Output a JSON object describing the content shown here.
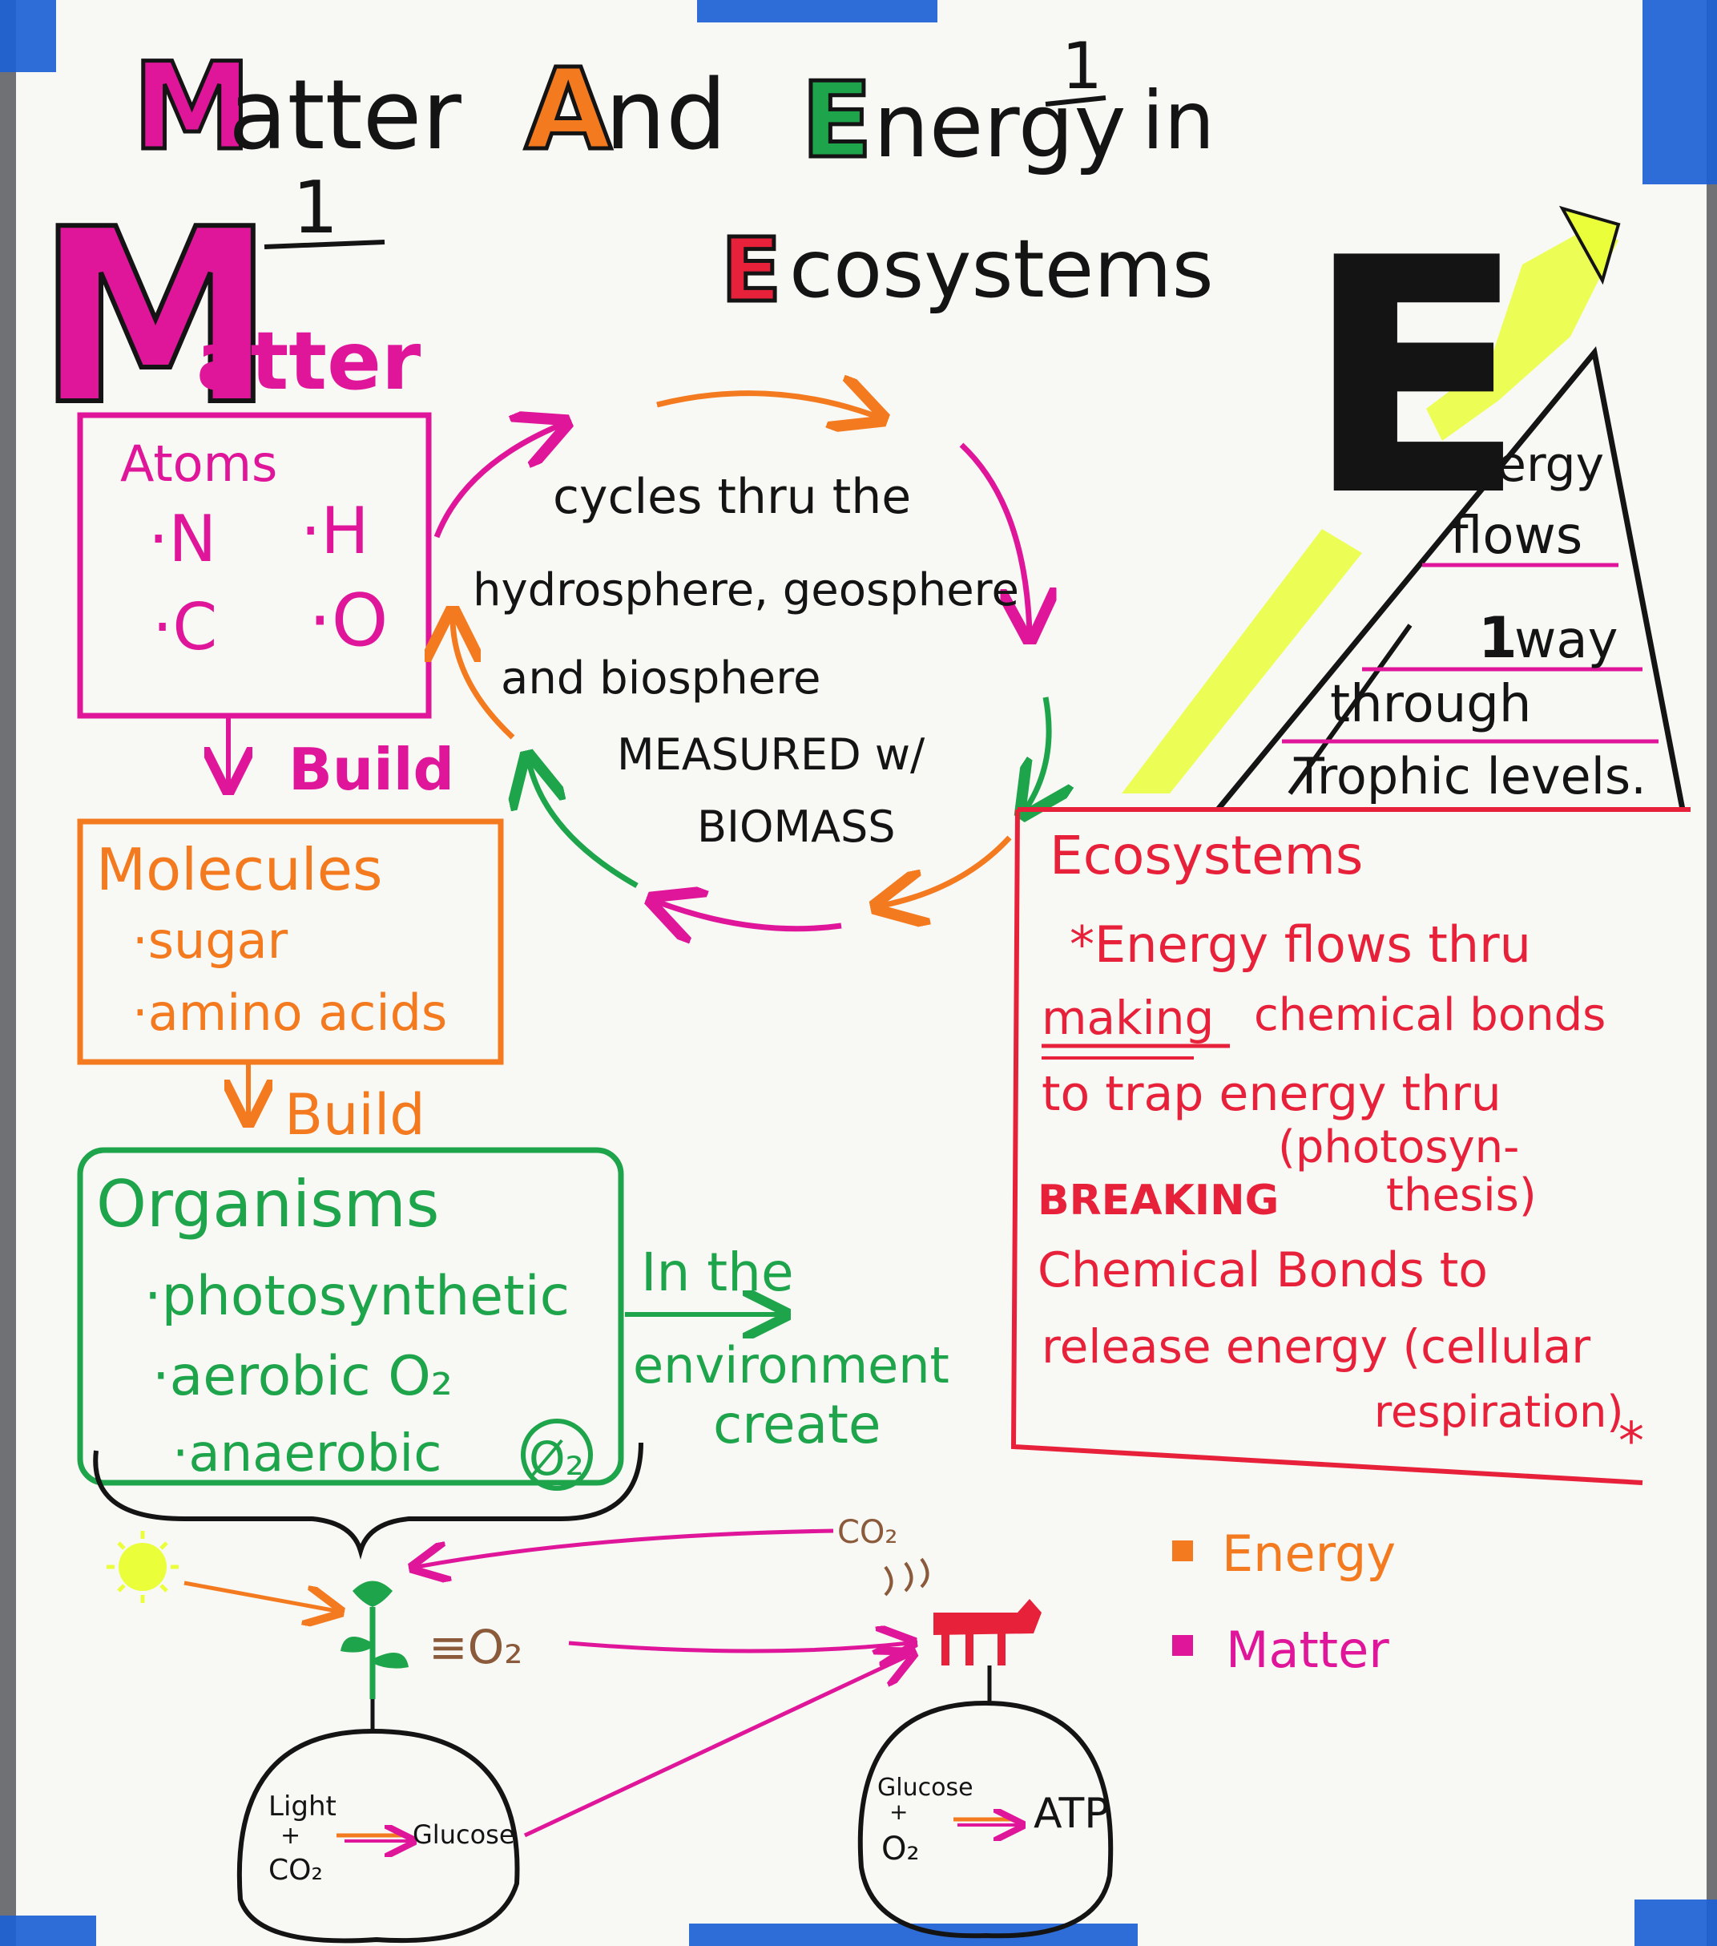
{
  "title": {
    "m": "M",
    "line1_rest": "atter",
    "a": "A",
    "and_rest": "nd",
    "e1": "E",
    "energy_rest": "nergy",
    "in": "in",
    "e2": "E",
    "ecosystems_rest": "cosystems",
    "mark_one_a": "1",
    "mark_one_b": "1",
    "big_m": "M",
    "matter_word": "atter"
  },
  "atoms": {
    "heading": "Atoms",
    "items": [
      "·N",
      "·H",
      "·C",
      "·O"
    ]
  },
  "build1": "Build",
  "molecules": {
    "heading": "Molecules",
    "items": [
      "·sugar",
      "·amino acids"
    ]
  },
  "build2": "Build",
  "organisms": {
    "heading": "Organisms",
    "items": [
      "·photosynthetic",
      "·aerobic O₂",
      "·anaerobic"
    ],
    "no_o2": "Ø₂"
  },
  "environment": {
    "line1": "In the",
    "line2": "environment",
    "line3": "create"
  },
  "cycle": {
    "line1": "cycles thru the",
    "line2": "hydrosphere, geosphere",
    "line3": "and biosphere",
    "line4": "MEASURED w/",
    "line5": "BIOMASS"
  },
  "energy_pyramid": {
    "big_e": "E",
    "rest": "nergy",
    "line2": "flows",
    "line3_num": "1",
    "line3": "way",
    "line4": "through",
    "line5": "Trophic levels."
  },
  "ecosystems_box": {
    "heading": "Ecosystems",
    "l1": "*Energy flows thru",
    "l2a": "making",
    "l2b": "chemical bonds",
    "l3": "to trap energy thru",
    "l4": "(photosyn-",
    "l5a": "BREAKING",
    "l5b": "thesis)",
    "l6": "Chemical Bonds to",
    "l7": "release energy (cellular",
    "l8": "respiration)",
    "star": "*"
  },
  "bottom": {
    "co2_top": "CO₂",
    "o2_label": "≡O₂",
    "plant_light": "Light",
    "plant_plus": "+",
    "plant_co2": "CO₂",
    "plant_glucose": "Glucose",
    "animal_glucose": "Glucose",
    "animal_plus": "+",
    "animal_o2": "O₂",
    "animal_atp": "ATP"
  },
  "legend": {
    "energy": "Energy",
    "matter": "Matter"
  },
  "colors": {
    "magenta": "#e0169a",
    "orange": "#f47a1f",
    "green": "#1ea44a",
    "red": "#e8213a",
    "black": "#141414",
    "yellow": "#eaff3a",
    "brown": "#8a5a3a",
    "tape": "#1c5fd4"
  }
}
